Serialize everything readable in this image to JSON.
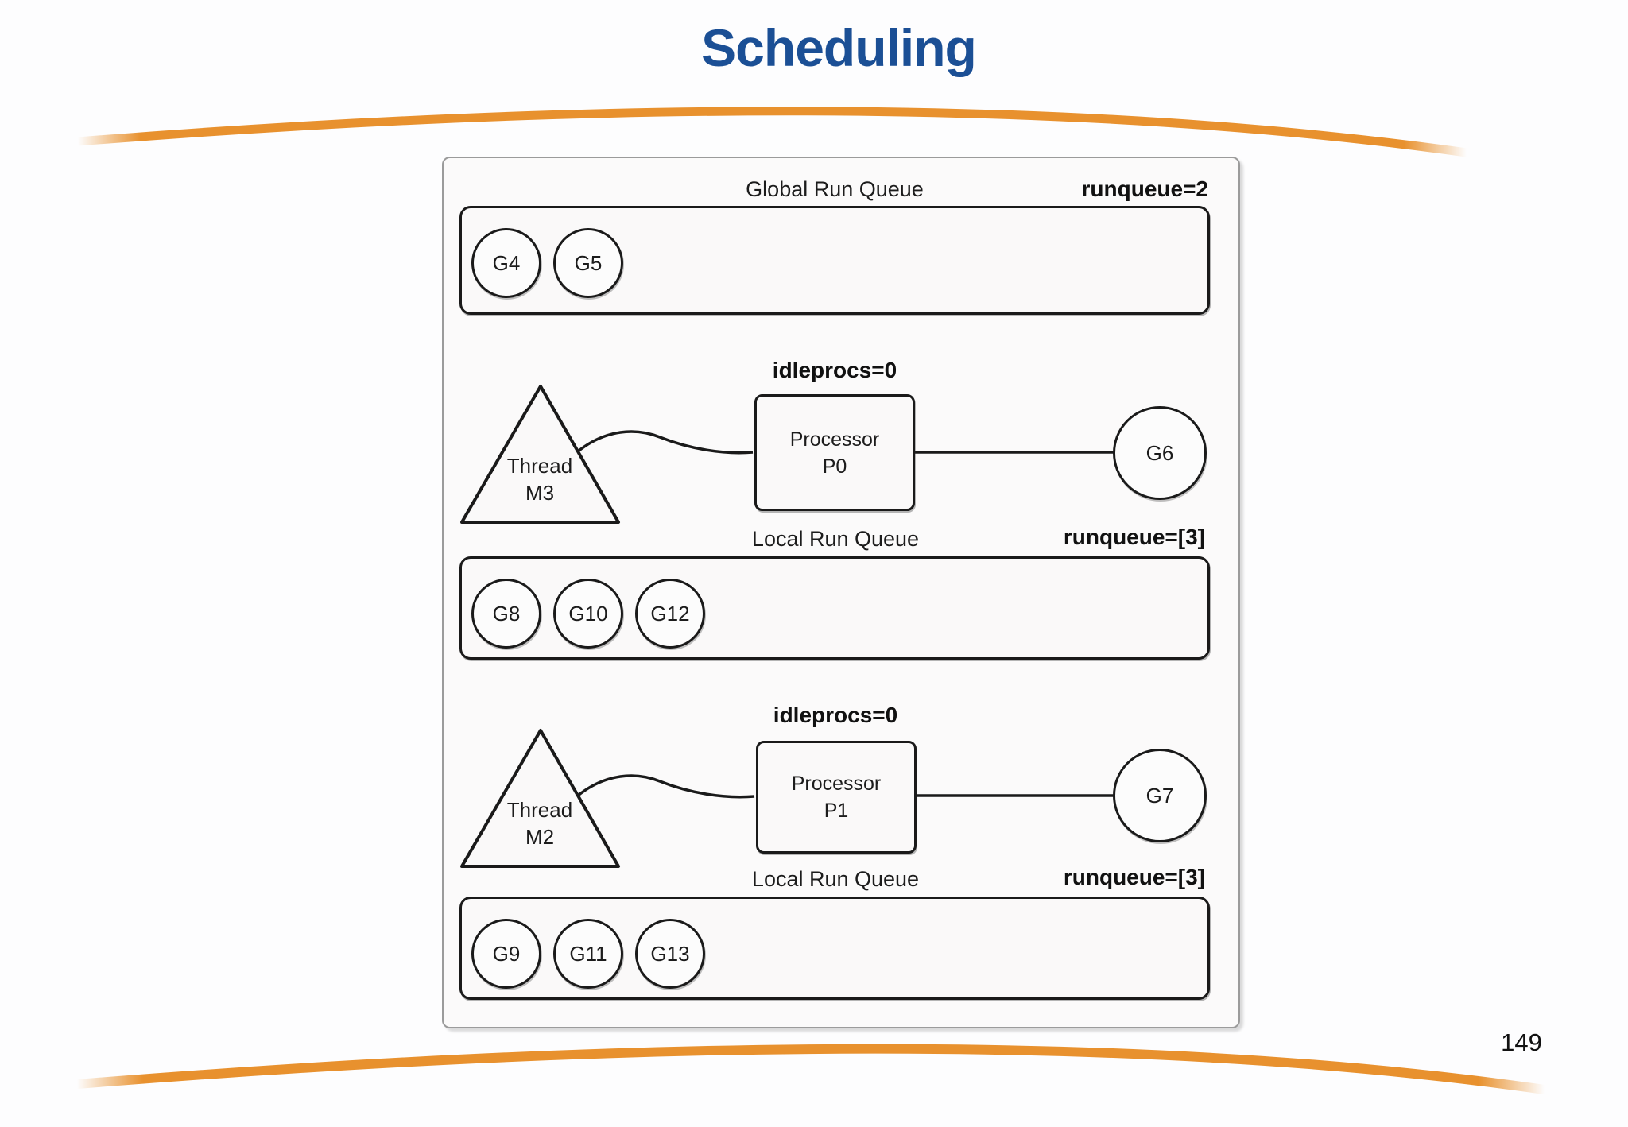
{
  "slide": {
    "title": "Scheduling",
    "page_number": "149"
  },
  "colors": {
    "title_blue": "#1B4F95",
    "accent_orange": "#E8912E",
    "shape_stroke": "#1a1a1a"
  },
  "diagram": {
    "global_queue": {
      "label": "Global Run Queue",
      "counter": "runqueue=2",
      "goroutines": [
        "G4",
        "G5"
      ]
    },
    "processors": [
      {
        "idle_label": "idleprocs=0",
        "thread_name": "Thread",
        "thread_id": "M3",
        "processor_name": "Processor",
        "processor_id": "P0",
        "running_goroutine": "G6",
        "queue_label": "Local Run Queue",
        "queue_counter": "runqueue=[3]",
        "queued_goroutines": [
          "G8",
          "G10",
          "G12"
        ]
      },
      {
        "idle_label": "idleprocs=0",
        "thread_name": "Thread",
        "thread_id": "M2",
        "processor_name": "Processor",
        "processor_id": "P1",
        "running_goroutine": "G7",
        "queue_label": "Local Run Queue",
        "queue_counter": "runqueue=[3]",
        "queued_goroutines": [
          "G9",
          "G11",
          "G13"
        ]
      }
    ]
  }
}
